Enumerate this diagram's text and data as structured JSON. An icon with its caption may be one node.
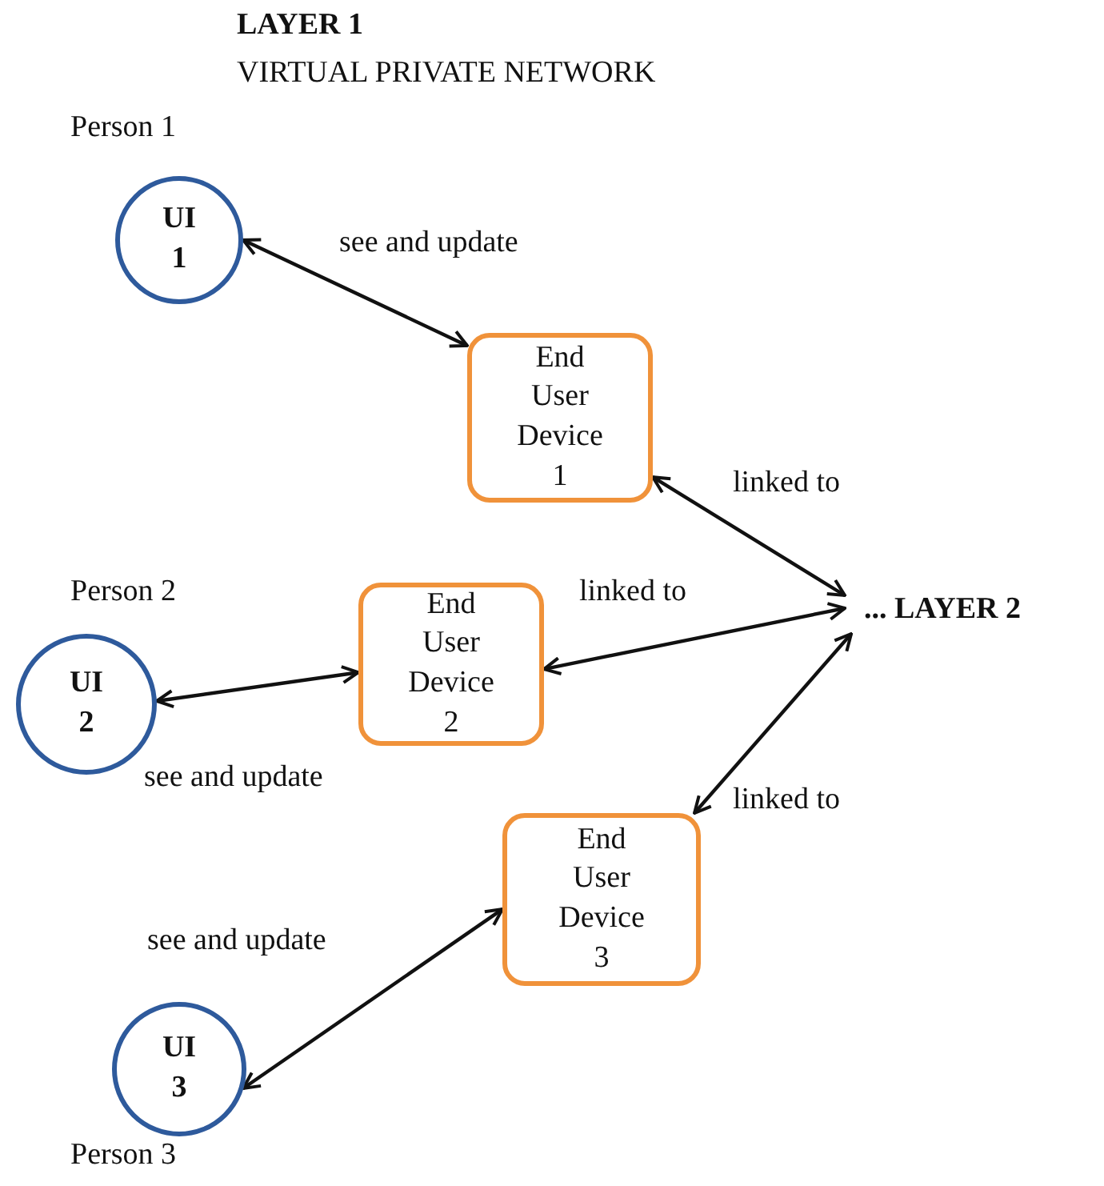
{
  "diagram": {
    "title": "LAYER 1",
    "nodes": [
      {
        "text": [
          "UI 1"
        ],
        "beside": [
          "Person 1"
        ]
      },
      {
        "text": [
          "End User Device 1"
        ]
      },
      {
        "text": [
          "UI 2"
        ],
        "beside": [
          "Person 2"
        ]
      },
      {
        "text": [
          "End User Device 2"
        ]
      },
      {
        "text": [
          "... LAYER 2"
        ]
      },
      {
        "text": [
          "End User Device 3"
        ]
      },
      {
        "text": [
          "UI 3"
        ],
        "beside": [
          "Person 3"
        ]
      }
    ],
    "edges": [
      {
        "from": 0,
        "to": 1,
        "arrow": "both",
        "label": "see and update"
      },
      {
        "from": 1,
        "to": 4,
        "arrow": "both",
        "label": "linked to"
      },
      {
        "from": 2,
        "to": 3,
        "arrow": "both",
        "label": "see and update"
      },
      {
        "from": 3,
        "to": 4,
        "arrow": "both",
        "label": "linked to"
      },
      {
        "from": 5,
        "to": 4,
        "arrow": "both",
        "label": "linked to"
      },
      {
        "from": 6,
        "to": 5,
        "arrow": "both",
        "label": "see and update"
      }
    ],
    "labels": [
      "VIRTUAL PRIVATE NETWORK"
    ]
  }
}
